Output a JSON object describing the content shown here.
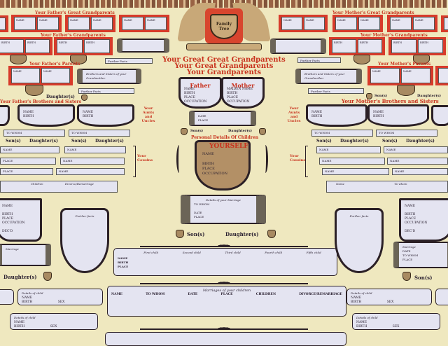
{
  "crest": {
    "label": "Family Tree"
  },
  "headings": {
    "great_great": "Your Great Great Grandparents",
    "great": "Your Great Grandparents",
    "grand": "Your Grandparents"
  },
  "father_side": {
    "great_grandparents": "Your Father's Great Grandparents",
    "grandparents": "Your Father's Grandparents",
    "parents": "Your Father's Parents",
    "siblings": "Your Father's Brothers and Sisters",
    "grandmother_siblings": "Brothers and Sisters of your Grandmother"
  },
  "mother_side": {
    "great_grandparents": "Your Mother's Great Grandparents",
    "grandparents": "Your Mother's Grandparents",
    "parents": "Your Mother's Parents",
    "siblings": "Your Mother's Brothers and Sisters",
    "grandmother_siblings": "Brothers and Sisters of your Grandmother"
  },
  "common": {
    "further_facts": "Further Facts",
    "further_facts_lower": "Further facts",
    "name": "NAME",
    "maiden_name": "MAIDEN NAME",
    "birth": "BIRTH",
    "place": "PLACE",
    "occupation": "OCCUPATION",
    "decd": "DEC'D",
    "sex": "SEX",
    "to_whom": "TO WHOM",
    "date": "DATE",
    "marriage": "Marriage",
    "details_of_child": "Details of child",
    "children": "Children",
    "divorce_remarriage": "Divorce/Remarriage",
    "name_lower": "Name",
    "to_whom_lower": "To whom",
    "sons": "Son(s)",
    "daughters": "Daughter(s)"
  },
  "parents": {
    "father": "Father",
    "mother": "Mother"
  },
  "center": {
    "personal_details": "Personal Details Of Children",
    "yourself": "YOURSELF",
    "marriage_title": "Details of your Marriage"
  },
  "side_labels": {
    "aunts_uncles": "Your Aunts and Uncles",
    "cousins": "Your Cousins"
  },
  "children_box": {
    "columns": [
      "First child",
      "Second child",
      "Third child",
      "Fourth child",
      "Fifth child"
    ],
    "rows": [
      "NAME",
      "BIRTH",
      "PLACE"
    ]
  },
  "marriages_box": {
    "title": "Marriages of your children",
    "columns": [
      "NAME",
      "TO WHOM",
      "DATE",
      "PLACE",
      "CHILDREN",
      "DIVORCE/REMARRIAGE"
    ]
  },
  "colors": {
    "background": "#efe8bf",
    "red": "#c8321e",
    "form": "#e4e4f1",
    "brown": "#a88a62",
    "ink": "#2b2026"
  }
}
